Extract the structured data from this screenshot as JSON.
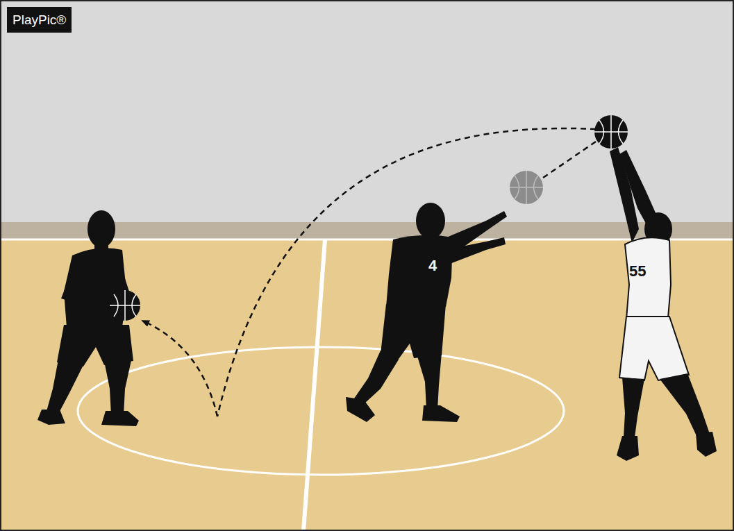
{
  "diagram": {
    "labels": [
      "PlayPic®",
      "4",
      "55"
    ]
  }
}
